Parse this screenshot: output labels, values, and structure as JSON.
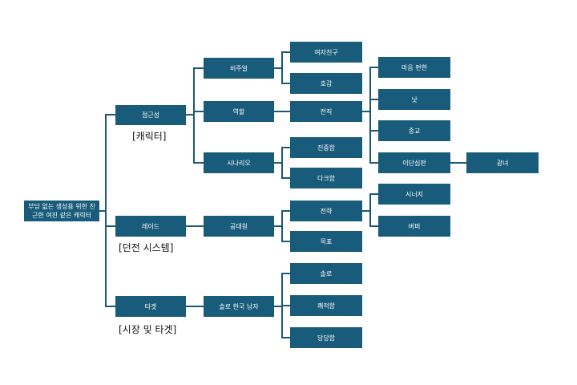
{
  "root": {
    "label": "부담 없는 생성용 위한 친근한 여친 같은 캐릭터"
  },
  "level1": [
    {
      "label": "접근성",
      "caption": "[캐릭터]"
    },
    {
      "label": "레이드",
      "caption": "[던전 시스템]"
    },
    {
      "label": "타겟",
      "caption": "[시장 및 타겟]"
    }
  ],
  "level2": [
    {
      "label": "비주얼"
    },
    {
      "label": "역할"
    },
    {
      "label": "시나리오"
    },
    {
      "label": "공대원"
    },
    {
      "label": "솔로 한국 남자"
    }
  ],
  "level3": [
    {
      "label": "여자친구"
    },
    {
      "label": "호감"
    },
    {
      "label": "전직"
    },
    {
      "label": "진중함"
    },
    {
      "label": "다크함"
    },
    {
      "label": "전략"
    },
    {
      "label": "목표"
    },
    {
      "label": "솔로"
    },
    {
      "label": "쾌적함"
    },
    {
      "label": "당당함"
    }
  ],
  "level4": [
    {
      "label": "마음 편한"
    },
    {
      "label": "낫"
    },
    {
      "label": "종교"
    },
    {
      "label": "이단심판"
    },
    {
      "label": "시너지"
    },
    {
      "label": "버퍼"
    }
  ],
  "level5": [
    {
      "label": "광녀"
    }
  ]
}
